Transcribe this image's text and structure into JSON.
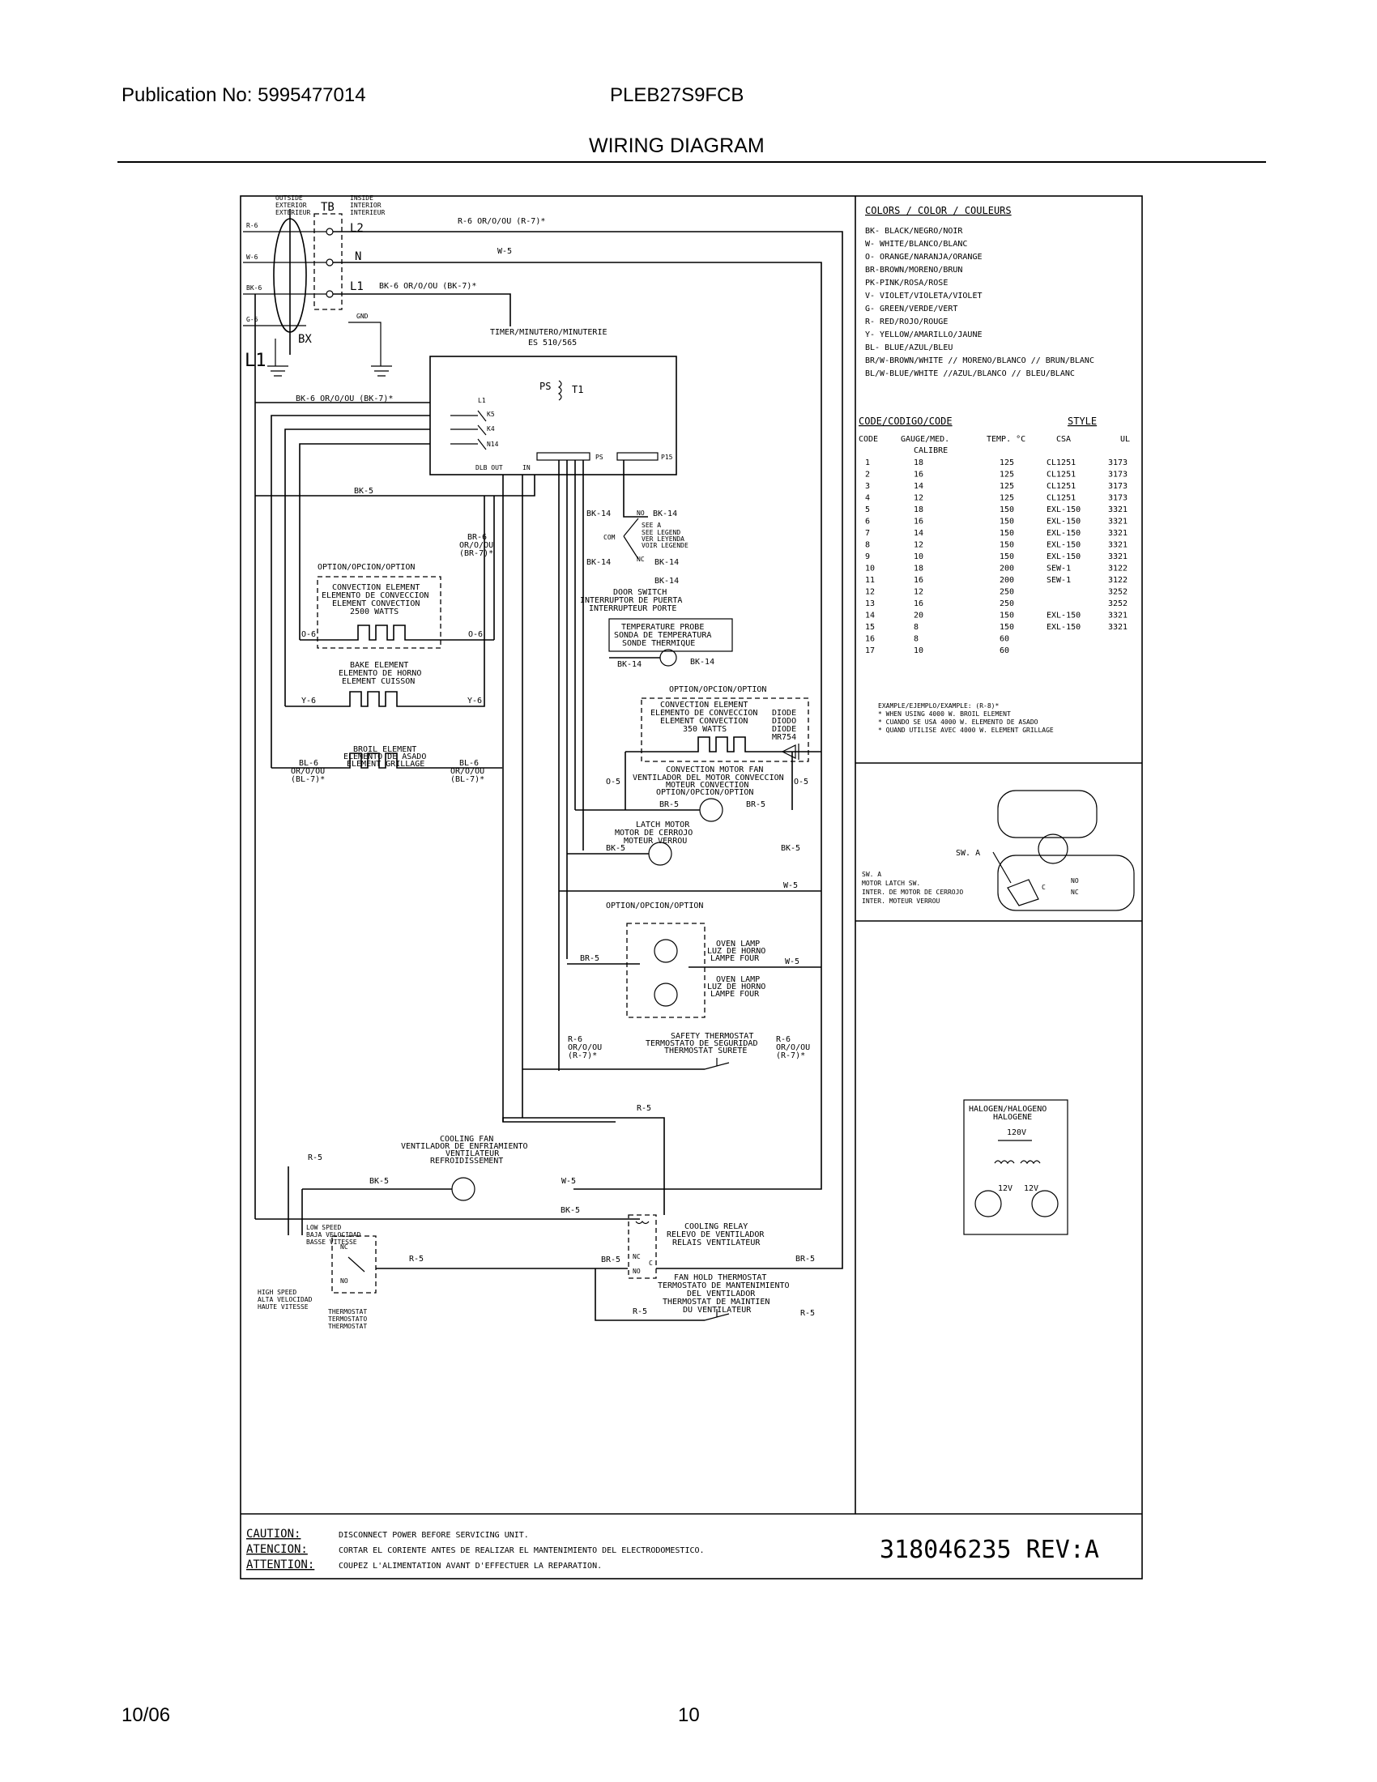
{
  "header": {
    "publication": "Publication No: 5995477014",
    "model": "PLEB27S9FCB",
    "title": "WIRING DIAGRAM"
  },
  "footer": {
    "date": "10/06",
    "page": "10"
  },
  "terminal_block": {
    "outside": [
      "OUTSIDE",
      "EXTERIOR",
      "EXTERIEUR"
    ],
    "tb": "TB",
    "inside": [
      "INSIDE",
      "INTERIOR",
      "INTERIEUR"
    ],
    "l2": "L2",
    "n": "N",
    "l1": "L1",
    "gnd": "GND",
    "bx": "BX",
    "l1_ground": "L1",
    "lead_labels": [
      "R-6",
      "W-6",
      "BK-6",
      "G-6"
    ]
  },
  "wires": {
    "r6_top": "R-6 OR/O/OU (R-7)*",
    "w5_top": "W-5",
    "bk6_l1": "BK-6 OR/O/OU (BK-7)*",
    "bk6_timer": "BK-6 OR/O/OU (BK-7)*",
    "bk5_mid": "BK-5"
  },
  "timer": {
    "title": "TIMER/MINUTERO/MINUTERIE",
    "model": "ES 510/565",
    "ps": "PS",
    "t1": "T1",
    "l1": "L1",
    "k5": "K5",
    "k4": "K4",
    "n14": "N14",
    "dlb_out": "DLB OUT",
    "in": "IN",
    "ps_conn": "PS",
    "p15": "P15"
  },
  "door_switch": {
    "bk14_a": "BK-14",
    "no": "NO",
    "bk14_b": "BK-14",
    "note": [
      "SEE A",
      "SEE LEGEND",
      "VER LEYENDA",
      "VOIR LEGENDE"
    ],
    "com": "COM",
    "bk14_c": "BK-14",
    "nc": "NC",
    "bk14_d": "BK-14",
    "bk14_e": "BK-14",
    "label": [
      "DOOR SWITCH",
      "INTERRUPTOR DE PUERTA",
      "INTERRUPTEUR PORTE"
    ]
  },
  "temp_probe": {
    "label": [
      "TEMPERATURE PROBE",
      "SONDA DE TEMPERATURA",
      "SONDE THERMIQUE"
    ],
    "bk14_l": "BK-14",
    "bk14_r": "BK-14"
  },
  "convection_2500": {
    "option": "OPTION/OPCION/OPTION",
    "label": [
      "CONVECTION ELEMENT",
      "ELEMENTO DE CONVECCION",
      "ELEMENT CONVECTION",
      "2500 WATTS"
    ],
    "o6_l": "O-6",
    "o6_r": "O-6",
    "br6": [
      "BR-6",
      "OR/O/OU",
      "(BR-7)*"
    ]
  },
  "bake_element": {
    "label": [
      "BAKE ELEMENT",
      "ELEMENTO DE HORNO",
      "ELEMENT CUISSON"
    ],
    "y6_l": "Y-6",
    "y6_r": "Y-6"
  },
  "broil_element": {
    "label": [
      "BROIL ELEMENT",
      "ELEMENTO DE ASADO",
      "ELEMENT GRILLAGE"
    ],
    "bl6_l": [
      "BL-6",
      "OR/O/OU",
      "(BL-7)*"
    ],
    "bl6_r": [
      "BL-6",
      "OR/O/OU",
      "(BL-7)*"
    ]
  },
  "convection_350": {
    "option": "OPTION/OPCION/OPTION",
    "label": [
      "CONVECTION ELEMENT",
      "ELEMENTO DE CONVECCION",
      "ELEMENT CONVECTION",
      "350 WATTS"
    ],
    "diode": [
      "DIODE",
      "DIODO",
      "DIODE",
      "MR754"
    ]
  },
  "conv_motor": {
    "label": [
      "CONVECTION MOTOR FAN",
      "VENTILADOR DEL MOTOR CONVECCION",
      "MOTEUR CONVECTION",
      "OPTION/OPCION/OPTION"
    ],
    "o5_l": "O-5",
    "o5_r": "O-5",
    "br5_l": "BR-5",
    "br5_r": "BR-5"
  },
  "latch_motor": {
    "label": [
      "LATCH MOTOR",
      "MOTOR DE CERROJO",
      "MOTEUR VERROU"
    ],
    "bk5_l": "BK-5",
    "bk5_r": "BK-5",
    "w5": "W-5"
  },
  "oven_lamps": {
    "option": "OPTION/OPCION/OPTION",
    "lamp1": [
      "OVEN LAMP",
      "LUZ DE HORNO",
      "LAMPE FOUR"
    ],
    "lamp2": [
      "OVEN LAMP",
      "LUZ DE HORNO",
      "LAMPE FOUR"
    ],
    "br5": "BR-5",
    "w5": "W-5"
  },
  "safety_thermostat": {
    "label": [
      "SAFETY THERMOSTAT",
      "TERMOSTATO DE SEGURIDAD",
      "THERMOSTAT SURETE"
    ],
    "r6_l": [
      "R-6",
      "OR/O/OU",
      "(R-7)*"
    ],
    "r6_r": [
      "R-6",
      "OR/O/OU",
      "(R-7)*"
    ]
  },
  "cooling": {
    "r5_top": "R-5",
    "fan_label": [
      "COOLING FAN",
      "VENTILADOR DE ENFRIAMIENTO",
      "VENTILATEUR",
      "REFROIDISSEMENT"
    ],
    "r5_l": "R-5",
    "bk5_a": "BK-5",
    "w5": "W-5",
    "bk5_b": "BK-5",
    "low_speed": [
      "LOW SPEED",
      "BAJA VELOCIDAD",
      "BASSE VITESSE"
    ],
    "high_speed": [
      "HIGH SPEED",
      "ALTA VELOCIDAD",
      "HAUTE VITESSE"
    ],
    "nc": "NC",
    "no": "NO",
    "r5_mid": "R-5",
    "thermostat": [
      "THERMOSTAT",
      "TERMOSTATO",
      "THERMOSTAT"
    ],
    "relay_label": [
      "COOLING RELAY",
      "RELEVO DE VENTILADOR",
      "RELAIS VENTILATEUR"
    ],
    "br5_l": "BR-5",
    "br5_r": "BR-5",
    "relay_nc": "NC",
    "relay_no": "NO",
    "relay_c": "C",
    "fan_hold": [
      "FAN HOLD THERMOSTAT",
      "TERMOSTATO DE MANTENIMIENTO",
      "DEL VENTILADOR",
      "THERMOSTAT DE MAINTIEN",
      "DU VENTILATEUR"
    ],
    "r5_bl": "R-5",
    "r5_br": "R-5"
  },
  "colors_legend": {
    "title": "COLORS / COLOR / COULEURS",
    "items": [
      "BK- BLACK/NEGRO/NOIR",
      "W- WHITE/BLANCO/BLANC",
      "O- ORANGE/NARANJA/ORANGE",
      "BR-BROWN/MORENO/BRUN",
      "PK-PINK/ROSA/ROSE",
      "V- VIOLET/VIOLETA/VIOLET",
      "G- GREEN/VERDE/VERT",
      "R- RED/ROJO/ROUGE",
      "Y- YELLOW/AMARILLO/JAUNE",
      "BL- BLUE/AZUL/BLEU",
      "BR/W-BROWN/WHITE // MORENO/BLANCO // BRUN/BLANC",
      "BL/W-BLUE/WHITE //AZUL/BLANCO // BLEU/BLANC"
    ]
  },
  "code_table": {
    "title_left": "CODE/CODIGO/CODE",
    "title_right": "STYLE",
    "columns": [
      "CODE",
      "GAUGE/MED.",
      "TEMP. °C",
      "CSA",
      "UL"
    ],
    "subheader": "CALIBRE",
    "rows": [
      [
        "1",
        "18",
        "125",
        "CL1251",
        "3173"
      ],
      [
        "2",
        "16",
        "125",
        "CL1251",
        "3173"
      ],
      [
        "3",
        "14",
        "125",
        "CL1251",
        "3173"
      ],
      [
        "4",
        "12",
        "125",
        "CL1251",
        "3173"
      ],
      [
        "5",
        "18",
        "150",
        "EXL-150",
        "3321"
      ],
      [
        "6",
        "16",
        "150",
        "EXL-150",
        "3321"
      ],
      [
        "7",
        "14",
        "150",
        "EXL-150",
        "3321"
      ],
      [
        "8",
        "12",
        "150",
        "EXL-150",
        "3321"
      ],
      [
        "9",
        "10",
        "150",
        "EXL-150",
        "3321"
      ],
      [
        "10",
        "18",
        "200",
        "SEW-1",
        "3122"
      ],
      [
        "11",
        "16",
        "200",
        "SEW-1",
        "3122"
      ],
      [
        "12",
        "12",
        "250",
        "",
        "3252"
      ],
      [
        "13",
        "16",
        "250",
        "",
        "3252"
      ],
      [
        "14",
        "20",
        "150",
        "EXL-150",
        "3321"
      ],
      [
        "15",
        "8",
        "150",
        "EXL-150",
        "3321"
      ],
      [
        "16",
        "8",
        "60",
        "",
        ""
      ],
      [
        "17",
        "10",
        "60",
        "",
        ""
      ]
    ],
    "example": [
      "EXAMPLE/EJEMPLO/EXAMPLE: (R-8)*",
      "* WHEN USING 4000 W. BROIL ELEMENT",
      "* CUANDO SE USA 4000 W. ELEMENTO DE ASADO",
      "* QUAND UTILISE AVEC 4000 W. ELEMENT GRILLAGE"
    ]
  },
  "switch_a": {
    "pointer": "SW. A",
    "desc": [
      "SW. A",
      "MOTOR LATCH SW.",
      "INTER. DE MOTOR DE CERROJO",
      "INTER. MOTEUR VERROU"
    ],
    "no": "NO",
    "nc": "NC",
    "c": "C"
  },
  "halogen": {
    "title": [
      "HALOGEN/HALOGENO",
      "HALOGENE"
    ],
    "v120": "120V",
    "v12a": "12V",
    "v12b": "12V"
  },
  "caution": {
    "rows": [
      {
        "label": "CAUTION:",
        "text": "DISCONNECT POWER BEFORE SERVICING UNIT."
      },
      {
        "label": "ATENCION:",
        "text": "CORTAR EL CORIENTE ANTES DE REALIZAR EL MANTENIMIENTO DEL ELECTRODOMESTICO."
      },
      {
        "label": "ATTENTION:",
        "text": "COUPEZ L'ALIMENTATION AVANT D'EFFECTUER LA REPARATION."
      }
    ],
    "part_number": "318046235 REV:A"
  }
}
